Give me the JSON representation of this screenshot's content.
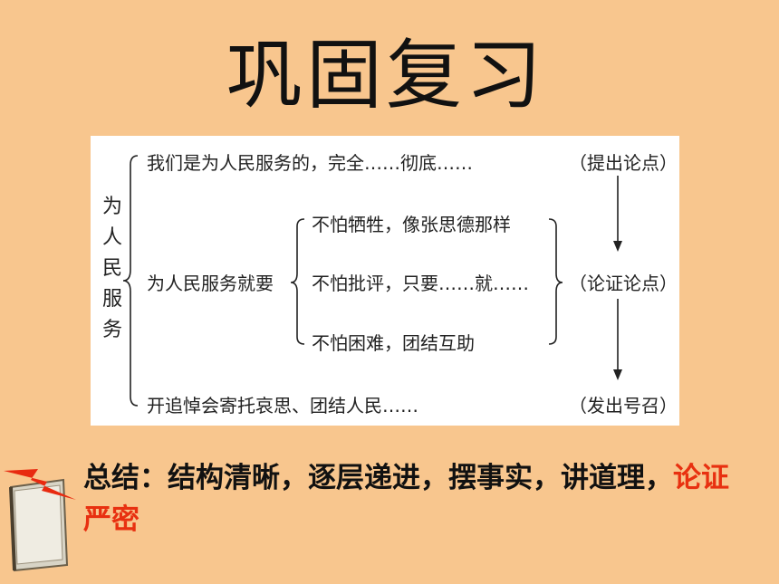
{
  "slide": {
    "title": "巩固复习",
    "diagram": {
      "main_topic": "为人民服务",
      "rows": {
        "top": "我们是为人民服务的，完全……彻底……",
        "middle": "为人民服务就要",
        "bottom": "开追悼会寄托哀思、团结人民……"
      },
      "sub_items": [
        "不怕牺牲，像张思德那样",
        "不怕批评，只要……就……",
        "不怕困难，团结互助"
      ],
      "stages": [
        "（提出论点）",
        "（论证论点）",
        "（发出号召）"
      ]
    },
    "summary": {
      "text": "总结：结构清晰，逐层递进，摆事实，讲道理，",
      "highlight": "论证严密"
    },
    "colors": {
      "background": "#f8c68e",
      "highlight": "#e83010",
      "lightning": "#e82a10"
    }
  }
}
